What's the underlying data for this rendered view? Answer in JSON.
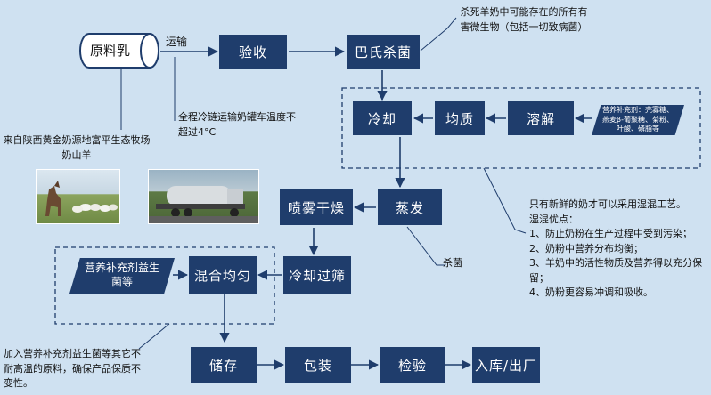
{
  "nodes": {
    "raw_milk": "原料乳",
    "acceptance": "验收",
    "pasteurize": "巴氏杀菌",
    "cooling": "冷却",
    "homogenize": "均质",
    "dissolve": "溶解",
    "evaporate": "蒸发",
    "spray_dry": "喷雾干燥",
    "cool_sieve": "冷却过筛",
    "mixing": "混合均匀",
    "storage": "储存",
    "packaging": "包装",
    "inspection": "检验",
    "warehouse": "入库/出厂"
  },
  "inputs": {
    "nutrients_dissolve": "营养补充剂：壳寡糖、燕麦β-葡聚糖、菊粉、叶酸、磷脂等",
    "nutrients_mix": "营养补充剂益生菌等"
  },
  "labels": {
    "transport": "运输",
    "sterilize": "杀菌"
  },
  "notes": {
    "pasteurize_note": "杀死羊奶中可能存在的所有有害微生物（包括一切致病菌）",
    "source_note": "来自陕西黄金奶源地富平生态牧场奶山羊",
    "cold_chain_note": "全程冷链运输奶罐车温度不超过4°C",
    "wet_mix_title": "只有新鲜的奶才可以采用湿混工艺。",
    "wet_mix_adv": "湿混优点：",
    "wet_mix_1": "1、防止奶粉在生产过程中受到污染；",
    "wet_mix_2": "2、奶粉中营养分布均衡；",
    "wet_mix_3": "3、羊奶中的活性物质及营养得以充分保留；",
    "wet_mix_4": "4、奶粉更容易冲调和吸收。",
    "dry_mix_note": "加入营养补充剂益生菌等其它不耐高温的原料，确保产品保质不变性。"
  },
  "colors": {
    "background": "#cfe1f1",
    "box": "#1f3d6c",
    "arrow": "#1f3d6c"
  }
}
